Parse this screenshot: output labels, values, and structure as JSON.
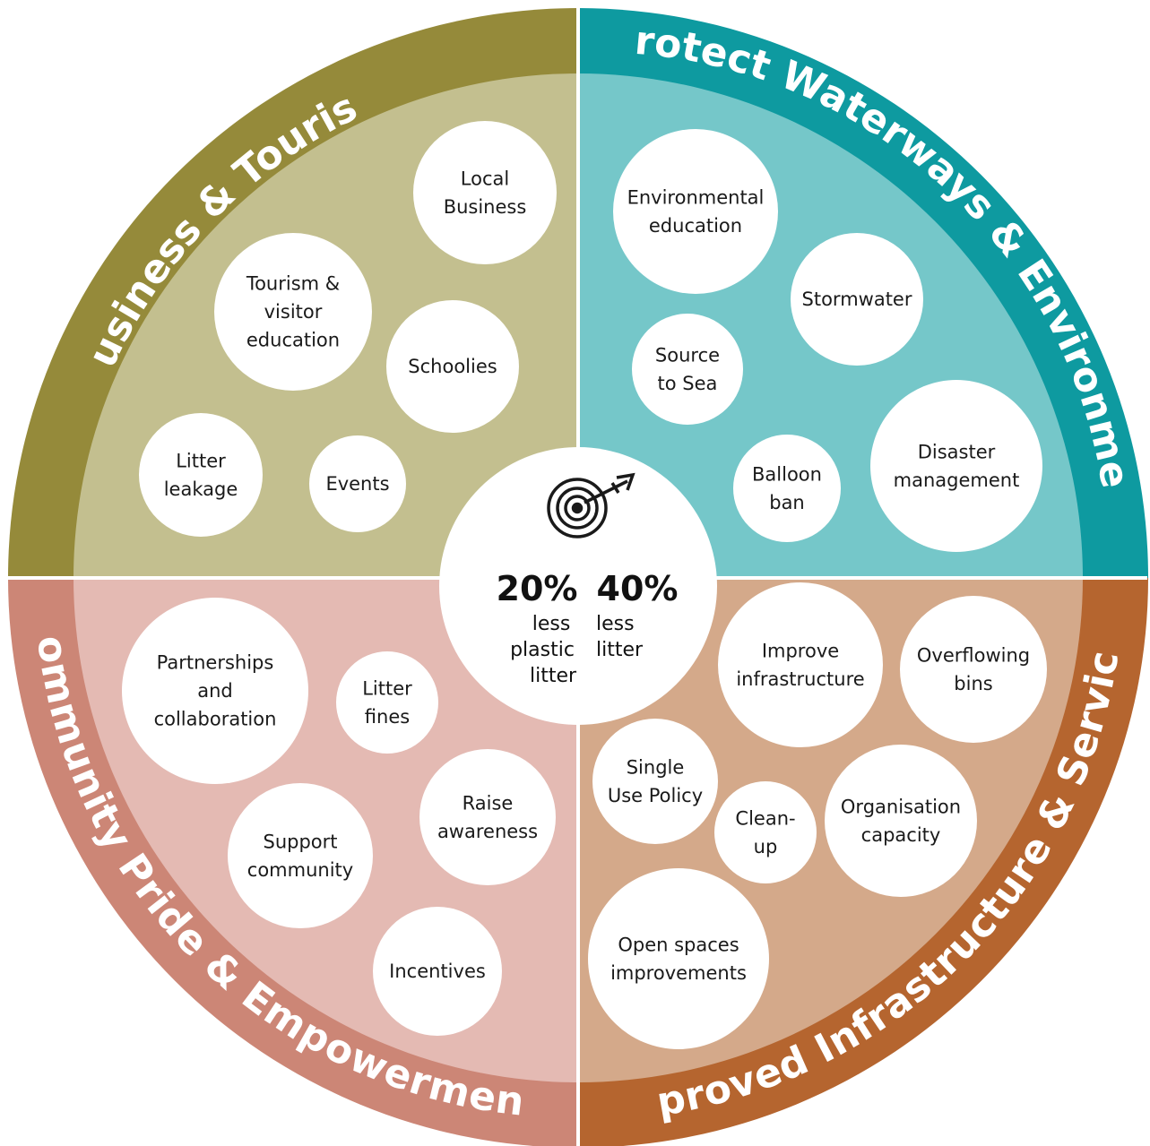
{
  "quadrants": {
    "business": {
      "title": "Business & Tourism",
      "outer_color": "#958a3a",
      "inner_color": "#c3bf8f",
      "bubbles": [
        {
          "lines": [
            "Local",
            "Business"
          ]
        },
        {
          "lines": [
            "Tourism &",
            "visitor",
            "education"
          ]
        },
        {
          "lines": [
            "Schoolies"
          ]
        },
        {
          "lines": [
            "Litter",
            "leakage"
          ]
        },
        {
          "lines": [
            "Events"
          ]
        }
      ]
    },
    "waterways": {
      "title": "Protect Waterways & Environment",
      "outer_color": "#0e9aa0",
      "inner_color": "#75c7c9",
      "bubbles": [
        {
          "lines": [
            "Environmental",
            "education"
          ]
        },
        {
          "lines": [
            "Stormwater"
          ]
        },
        {
          "lines": [
            "Source",
            "to Sea"
          ]
        },
        {
          "lines": [
            "Balloon",
            "ban"
          ]
        },
        {
          "lines": [
            "Disaster",
            "management"
          ]
        }
      ]
    },
    "community": {
      "title": "Community Pride & Empowerment",
      "outer_color": "#cc8676",
      "inner_color": "#e4bab3",
      "bubbles": [
        {
          "lines": [
            "Partnerships",
            "and",
            "collaboration"
          ]
        },
        {
          "lines": [
            "Litter",
            "fines"
          ]
        },
        {
          "lines": [
            "Raise",
            "awareness"
          ]
        },
        {
          "lines": [
            "Support",
            "community"
          ]
        },
        {
          "lines": [
            "Incentives"
          ]
        }
      ]
    },
    "infrastructure": {
      "title": "Improved Infrastructure & Services",
      "outer_color": "#b5652f",
      "inner_color": "#d4a98a",
      "bubbles": [
        {
          "lines": [
            "Improve",
            "infrastructure"
          ]
        },
        {
          "lines": [
            "Overflowing",
            "bins"
          ]
        },
        {
          "lines": [
            "Single",
            "Use Policy"
          ]
        },
        {
          "lines": [
            "Clean-",
            "up"
          ]
        },
        {
          "lines": [
            "Organisation",
            "capacity"
          ]
        },
        {
          "lines": [
            "Open spaces",
            "improvements"
          ]
        }
      ]
    }
  },
  "center": {
    "icon": "target-icon",
    "targets": [
      {
        "value": "20%",
        "lines": [
          "less",
          "plastic",
          "litter"
        ]
      },
      {
        "value": "40%",
        "lines": [
          "less",
          "litter"
        ]
      }
    ]
  }
}
